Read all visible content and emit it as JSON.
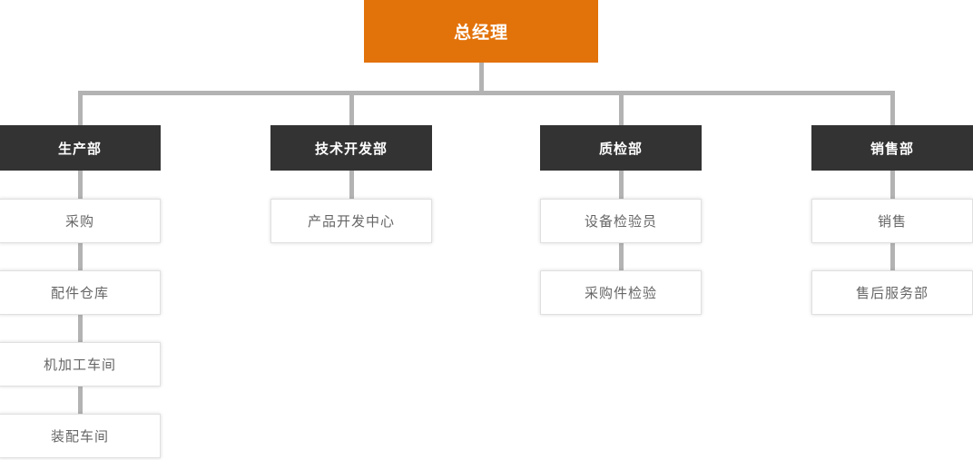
{
  "page": {
    "background": "#ffffff"
  },
  "colors": {
    "root_bg": "#e2720a",
    "root_text": "#ffffff",
    "dept_bg": "#333333",
    "dept_text": "#ffffff",
    "child_bg": "#ffffff",
    "child_border": "#e0e0e0",
    "child_text": "#666666",
    "connector": "#b3b3b3"
  },
  "org_chart": {
    "root": {
      "label": "总经理"
    },
    "departments": [
      {
        "label": "生产部",
        "children": [
          "采购",
          "配件仓库",
          "机加工车间",
          "装配车间"
        ]
      },
      {
        "label": "技术开发部",
        "children": [
          "产品开发中心"
        ]
      },
      {
        "label": "质检部",
        "children": [
          "设备检验员",
          "采购件检验"
        ]
      },
      {
        "label": "销售部",
        "children": [
          "销售",
          "售后服务部"
        ]
      }
    ]
  }
}
